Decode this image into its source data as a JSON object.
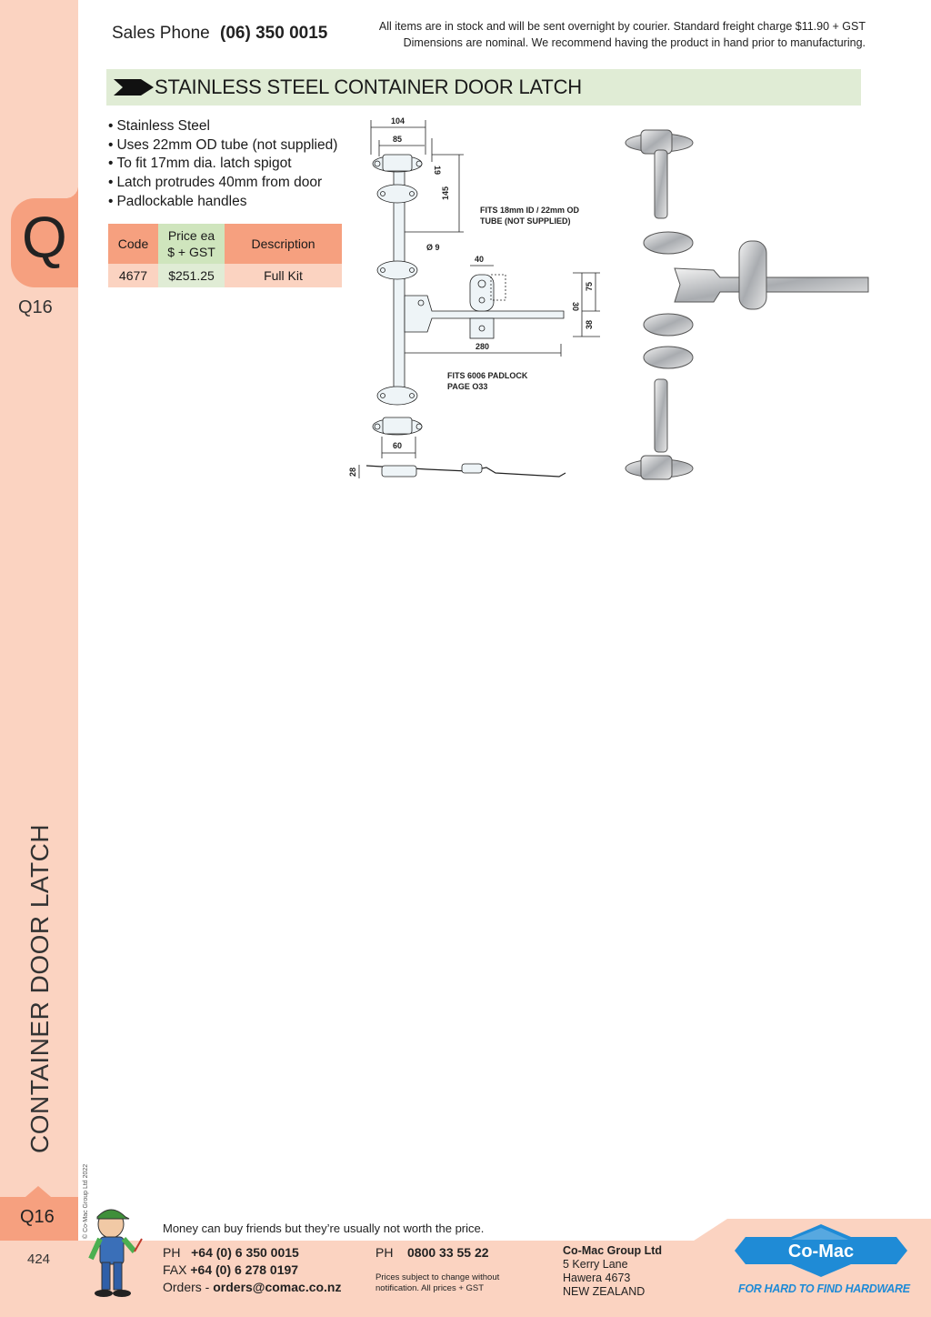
{
  "side": {
    "section_letter": "Q",
    "section_code": "Q16",
    "vertical_title": "CONTAINER DOOR  LATCH",
    "copyright": "© Co-Mac Group Ltd 2022",
    "page_number": "424"
  },
  "header": {
    "sales_label": "Sales Phone",
    "sales_phone": "(06) 350 0015",
    "notice_line1": "All items are in stock and will be sent overnight by courier. Standard freight charge $11.90 + GST",
    "notice_line2": "Dimensions are nominal. We recommend having the product in hand prior to manufacturing."
  },
  "section": {
    "title": "STAINLESS STEEL CONTAINER DOOR LATCH"
  },
  "features": [
    "Stainless Steel",
    "Uses 22mm OD tube (not supplied)",
    "To fit 17mm dia. latch spigot",
    "Latch protrudes 40mm from door",
    "Padlockable handles"
  ],
  "price_table": {
    "headers": {
      "code": "Code",
      "price_line1": "Price ea",
      "price_line2": "$ + GST",
      "description": "Description"
    },
    "rows": [
      {
        "code": "4677",
        "price": "$251.25",
        "description": "Full Kit"
      }
    ]
  },
  "drawing": {
    "dims": {
      "w104": "104",
      "w85": "85",
      "h19": "19",
      "h145": "145",
      "d9": "Ø 9",
      "w40": "40",
      "h30": "30",
      "h75": "75",
      "h38": "38",
      "w280": "280",
      "w60": "60",
      "h28": "28"
    },
    "note_tube_1": "FITS 18mm ID / 22mm OD",
    "note_tube_2": "TUBE (NOT SUPPLIED)",
    "note_padlock_1": "FITS 6006 PADLOCK",
    "note_padlock_2": "PAGE O33"
  },
  "footer": {
    "slogan": "Money can buy friends but they’re usually not worth the price.",
    "ph_label": "PH",
    "ph_number": "+64 (0) 6 350 0015",
    "fax_label": "FAX",
    "fax_number": "+64 (0) 6 278 0197",
    "orders_label": "Orders -",
    "orders_email": "orders@comac.co.nz",
    "ph2_label": "PH",
    "ph2_number": "0800 33 55 22",
    "small_line1": "Prices subject to change without",
    "small_line2": "notification. All prices + GST",
    "company_name": "Co-Mac Group Ltd",
    "address1": "5 Kerry Lane",
    "address2": "Hawera 4673",
    "address3": "NEW ZEALAND",
    "logo_text": "Co-Mac",
    "tagline": "FOR HARD TO FIND HARDWARE"
  },
  "colors": {
    "peach": "#fbd3c1",
    "salmon": "#f6a07f",
    "green": "#e0ecd5",
    "brand_blue": "#1f8bd6"
  }
}
